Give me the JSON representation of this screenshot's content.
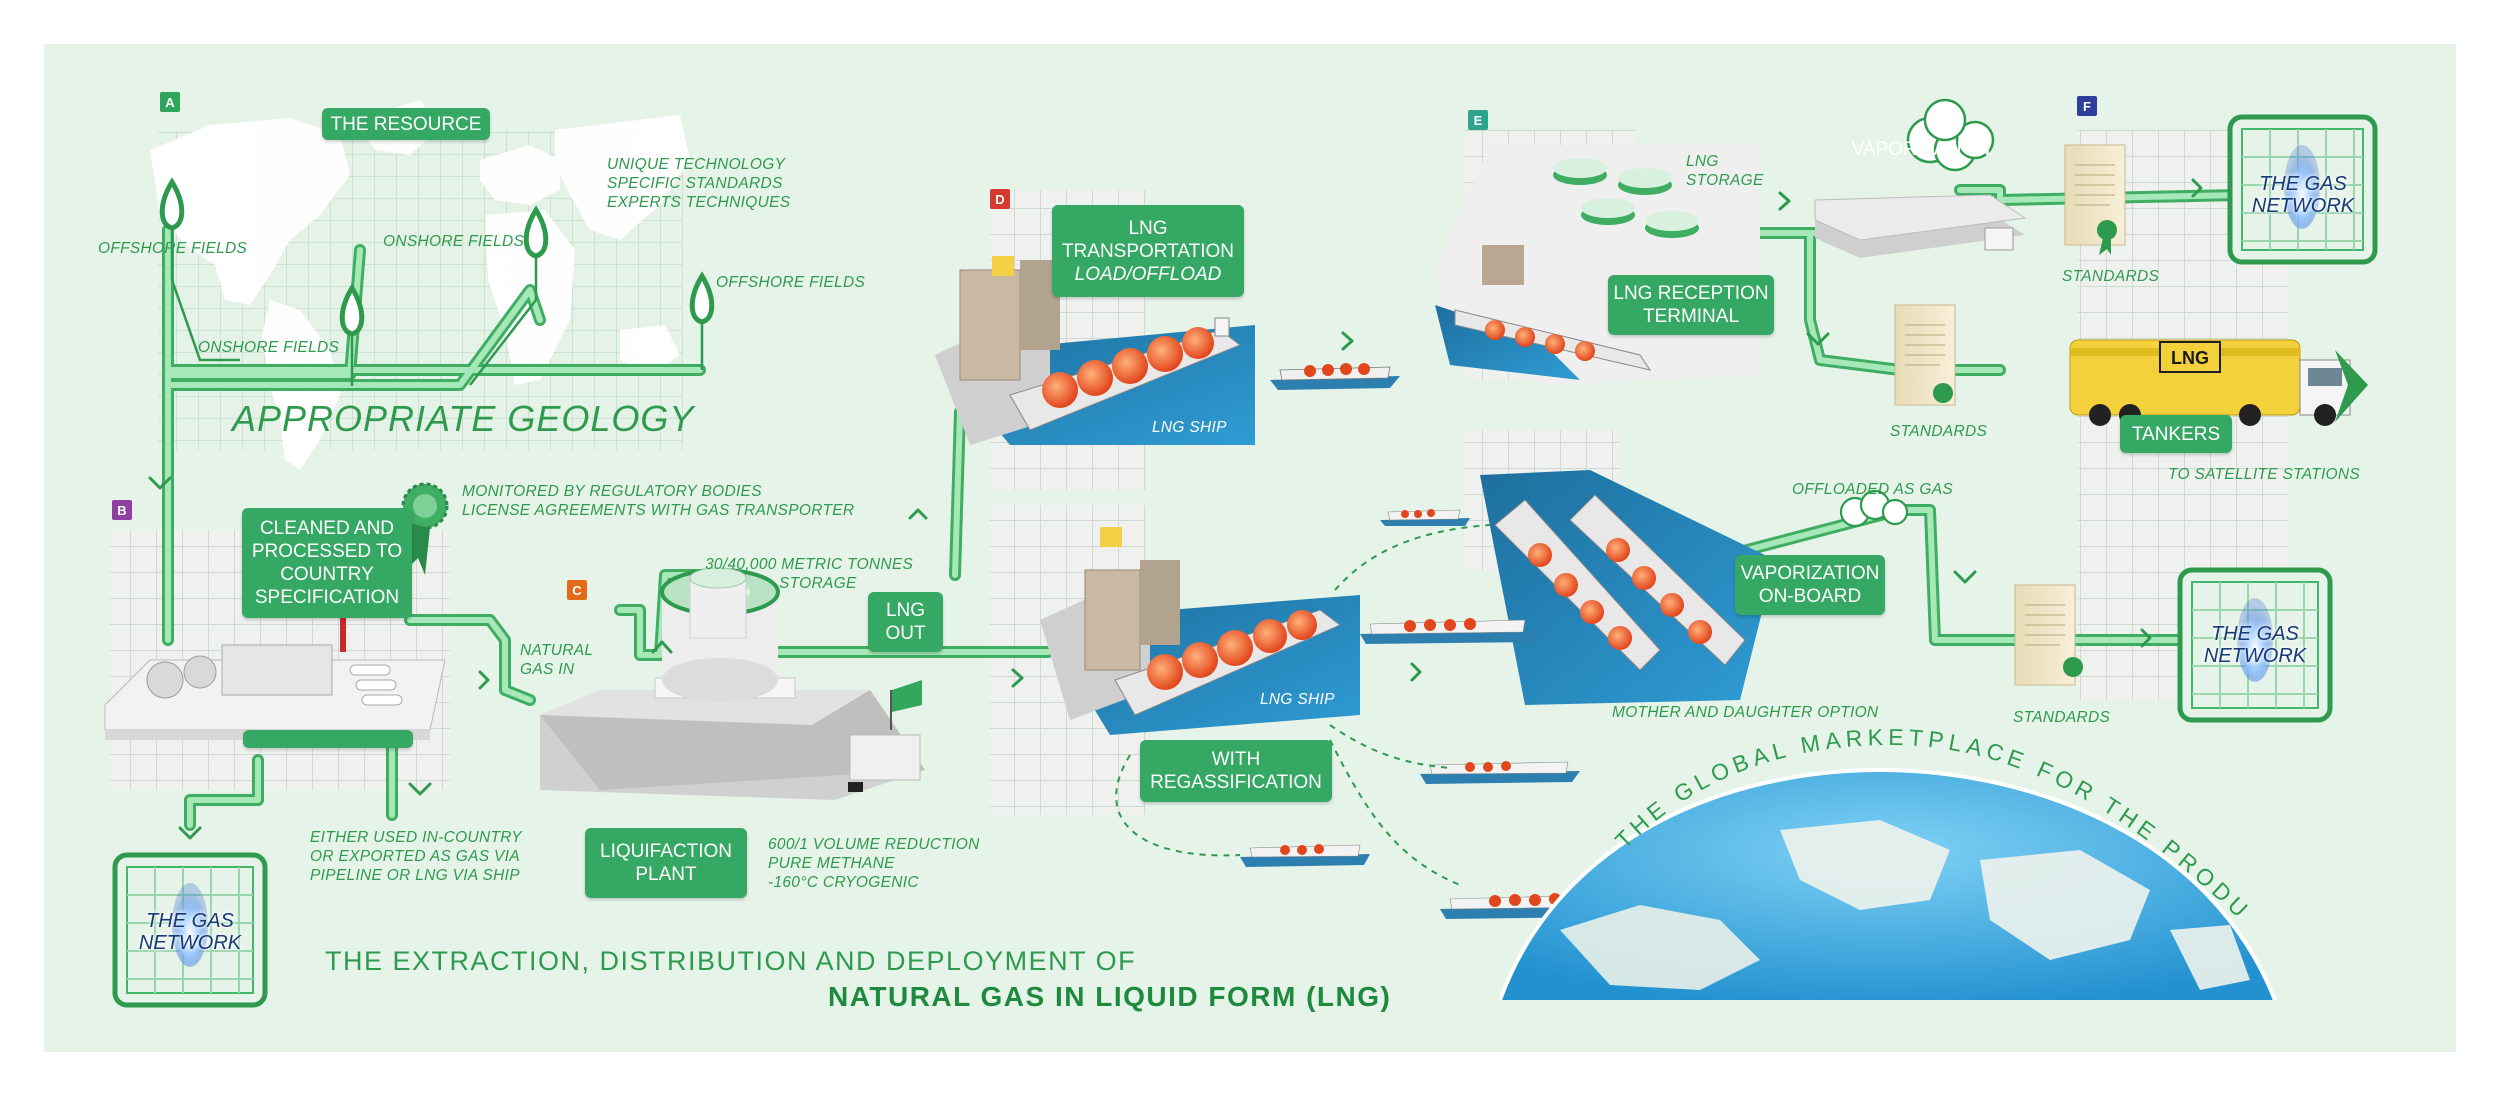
{
  "colors": {
    "panel": "#e6f3e8",
    "accent": "#35a863",
    "pipe": "#8fdba4",
    "pipe_dark": "#3fae63",
    "text": "#2e9a4e",
    "ocean": "#2a8ec4",
    "gas_network_text": "#173a78"
  },
  "badges": {
    "a": "A",
    "b": "B",
    "c": "C",
    "d": "D",
    "e": "E",
    "f": "F"
  },
  "resource": {
    "title": "THE RESOURCE",
    "tech_lines": [
      "UNIQUE TECHNOLOGY",
      "SPECIFIC STANDARDS",
      "EXPERTS TECHNIQUES"
    ],
    "offshore_left": "OFFSHORE FIELDS",
    "onshore_center": "ONSHORE FIELDS",
    "onshore_left": "ONSHORE FIELDS",
    "offshore_right": "OFFSHORE FIELDS",
    "geology": "APPROPRIATE GEOLOGY"
  },
  "processing": {
    "box_lines": [
      "CLEANED AND",
      "PROCESSED TO",
      "COUNTRY",
      "SPECIFICATION"
    ],
    "monitor_lines": [
      "MONITORED BY REGULATORY BODIES",
      "LICENSE AGREEMENTS WITH GAS TRANSPORTER"
    ],
    "natural_gas_in": [
      "NATURAL",
      "GAS IN"
    ],
    "either_lines": [
      "EITHER USED IN-COUNTRY",
      "OR EXPORTED AS GAS VIA",
      "PIPELINE OR LNG VIA SHIP"
    ]
  },
  "gas_network_label": [
    "THE GAS",
    "NETWORK"
  ],
  "liquefaction": {
    "storage_lines": [
      "30/40,000 METRIC TONNES",
      "STORAGE"
    ],
    "box_lines": [
      "LIQUIFACTION",
      "PLANT"
    ],
    "notes": [
      "600/1 VOLUME REDUCTION",
      "PURE METHANE",
      "-160°C CRYOGENIC"
    ],
    "lng_out": [
      "LNG",
      "OUT"
    ]
  },
  "transport": {
    "box_lines": [
      "LNG",
      "TRANSPORTATION",
      "LOAD/OFFLOAD"
    ],
    "ship_label": "LNG SHIP",
    "regas_ship_label": "LNG SHIP",
    "regas_box": [
      "WITH",
      "REGASSIFICATION"
    ]
  },
  "reception": {
    "storage": [
      "LNG",
      "STORAGE"
    ],
    "box_lines": [
      "LNG RECEPTION",
      "TERMINAL"
    ],
    "vaporization": "VAPORIZATION",
    "standards_1": "STANDARDS",
    "standards_2": "STANDARDS",
    "standards_3": "STANDARDS",
    "tankers": "TANKERS",
    "tanker_brand": "LNG",
    "satellite": "TO SATELLITE STATIONS"
  },
  "offshore_regas": {
    "offloaded": "OFFLOADED AS GAS",
    "vap_box": [
      "VAPORIZATION",
      "ON-BOARD"
    ],
    "mother": "MOTHER AND DAUGHTER OPTION"
  },
  "globe_text": "THE GLOBAL MARKETPLACE FOR THE PRODUCT",
  "title": {
    "line1": "THE EXTRACTION, DISTRIBUTION AND DEPLOYMENT OF",
    "line2": "NATURAL GAS IN LIQUID FORM (LNG)"
  }
}
